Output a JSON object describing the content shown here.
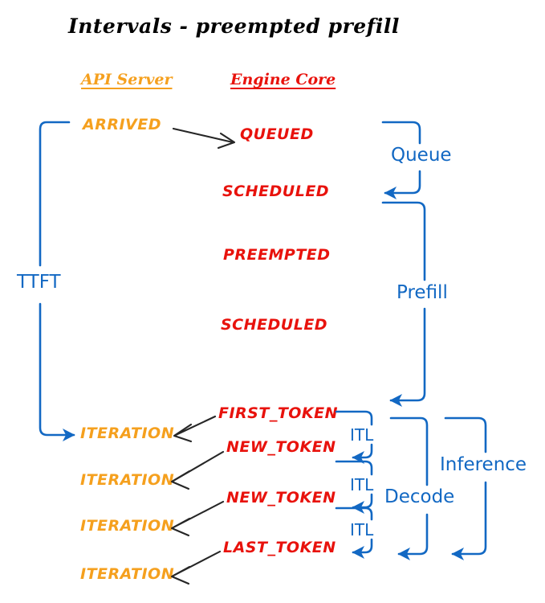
{
  "diagram": {
    "title": "Intervals - preempted prefill",
    "colors": {
      "api_server": "#F5A01E",
      "engine_core": "#E8120C",
      "interval": "#1268C3",
      "arrow": "#262626",
      "background": "#FFFFFF"
    },
    "columns": [
      {
        "id": "api-server",
        "label": "API Server"
      },
      {
        "id": "engine-core",
        "label": "Engine Core"
      }
    ],
    "api_events": [
      {
        "id": "arrived",
        "label": "ARRIVED"
      },
      {
        "id": "iteration-1",
        "label": "ITERATION"
      },
      {
        "id": "iteration-2",
        "label": "ITERATION"
      },
      {
        "id": "iteration-3",
        "label": "ITERATION"
      },
      {
        "id": "iteration-4",
        "label": "ITERATION"
      }
    ],
    "engine_events": [
      {
        "id": "queued",
        "label": "QUEUED"
      },
      {
        "id": "scheduled-1",
        "label": "SCHEDULED"
      },
      {
        "id": "preempted",
        "label": "PREEMPTED"
      },
      {
        "id": "scheduled-2",
        "label": "SCHEDULED"
      },
      {
        "id": "first-token",
        "label": "FIRST_TOKEN"
      },
      {
        "id": "new-token-1",
        "label": "NEW_TOKEN"
      },
      {
        "id": "new-token-2",
        "label": "NEW_TOKEN"
      },
      {
        "id": "last-token",
        "label": "LAST_TOKEN"
      }
    ],
    "intervals": [
      {
        "id": "ttft",
        "label": "TTFT"
      },
      {
        "id": "queue",
        "label": "Queue"
      },
      {
        "id": "prefill",
        "label": "Prefill"
      },
      {
        "id": "itl-1",
        "label": "ITL"
      },
      {
        "id": "itl-2",
        "label": "ITL"
      },
      {
        "id": "itl-3",
        "label": "ITL"
      },
      {
        "id": "decode",
        "label": "Decode"
      },
      {
        "id": "inference",
        "label": "Inference"
      }
    ]
  }
}
